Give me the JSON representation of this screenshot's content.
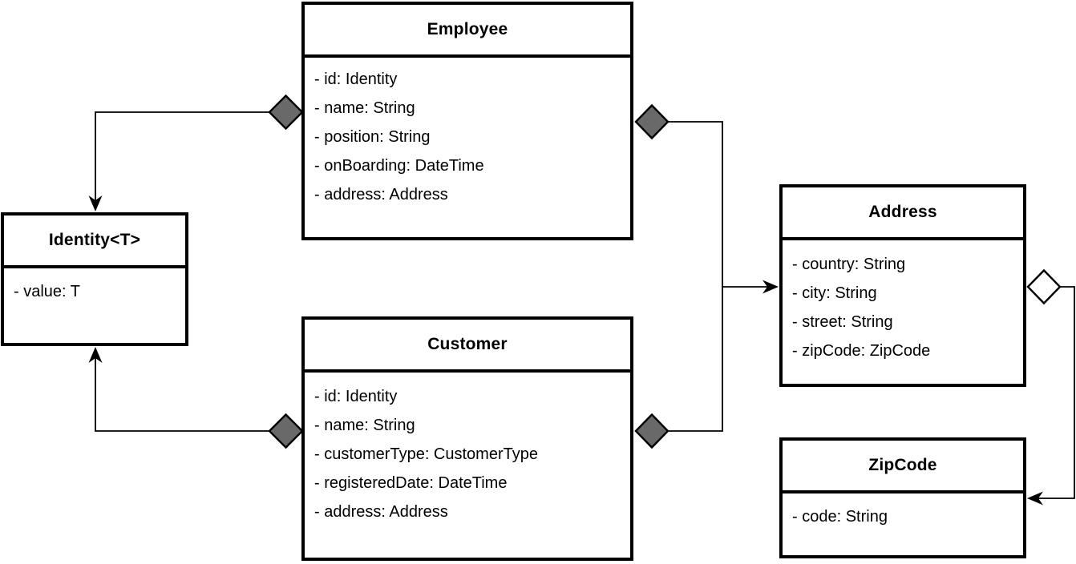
{
  "diagram": {
    "type": "uml-class-diagram",
    "background": "#ffffff",
    "classes": {
      "employee": {
        "name": "Employee",
        "attributes": [
          "- id: Identity",
          "- name: String",
          "- position: String",
          "- onBoarding: DateTime",
          "- address: Address"
        ]
      },
      "customer": {
        "name": "Customer",
        "attributes": [
          "- id: Identity",
          "- name: String",
          "- customerType: CustomerType",
          "- registeredDate: DateTime",
          "- address: Address"
        ]
      },
      "identity": {
        "name": "Identity<T>",
        "attributes": [
          "- value: T"
        ]
      },
      "address": {
        "name": "Address",
        "attributes": [
          "- country: String",
          "- city: String",
          "- street: String",
          "- zipCode: ZipCode"
        ]
      },
      "zipcode": {
        "name": "ZipCode",
        "attributes": [
          "- code: String"
        ]
      }
    },
    "relationships": [
      {
        "source": "Employee",
        "target": "Identity<T>",
        "kind": "composition",
        "diamond": "filled",
        "diamond_at": "Employee",
        "arrow_at": "Identity<T>"
      },
      {
        "source": "Customer",
        "target": "Identity<T>",
        "kind": "composition",
        "diamond": "filled",
        "diamond_at": "Customer",
        "arrow_at": "Identity<T>"
      },
      {
        "source": "Employee",
        "target": "Address",
        "kind": "composition",
        "diamond": "filled",
        "diamond_at": "Employee",
        "arrow_at": "Address"
      },
      {
        "source": "Customer",
        "target": "Address",
        "kind": "composition",
        "diamond": "filled",
        "diamond_at": "Customer",
        "arrow_at": "Address"
      },
      {
        "source": "Address",
        "target": "ZipCode",
        "kind": "aggregation",
        "diamond": "hollow",
        "diamond_at": "Address",
        "arrow_at": "ZipCode"
      }
    ],
    "colors": {
      "filled_diamond": "#696969",
      "hollow_diamond": "#ffffff",
      "stroke": "#000000",
      "box_fill": "#ffffff"
    }
  }
}
